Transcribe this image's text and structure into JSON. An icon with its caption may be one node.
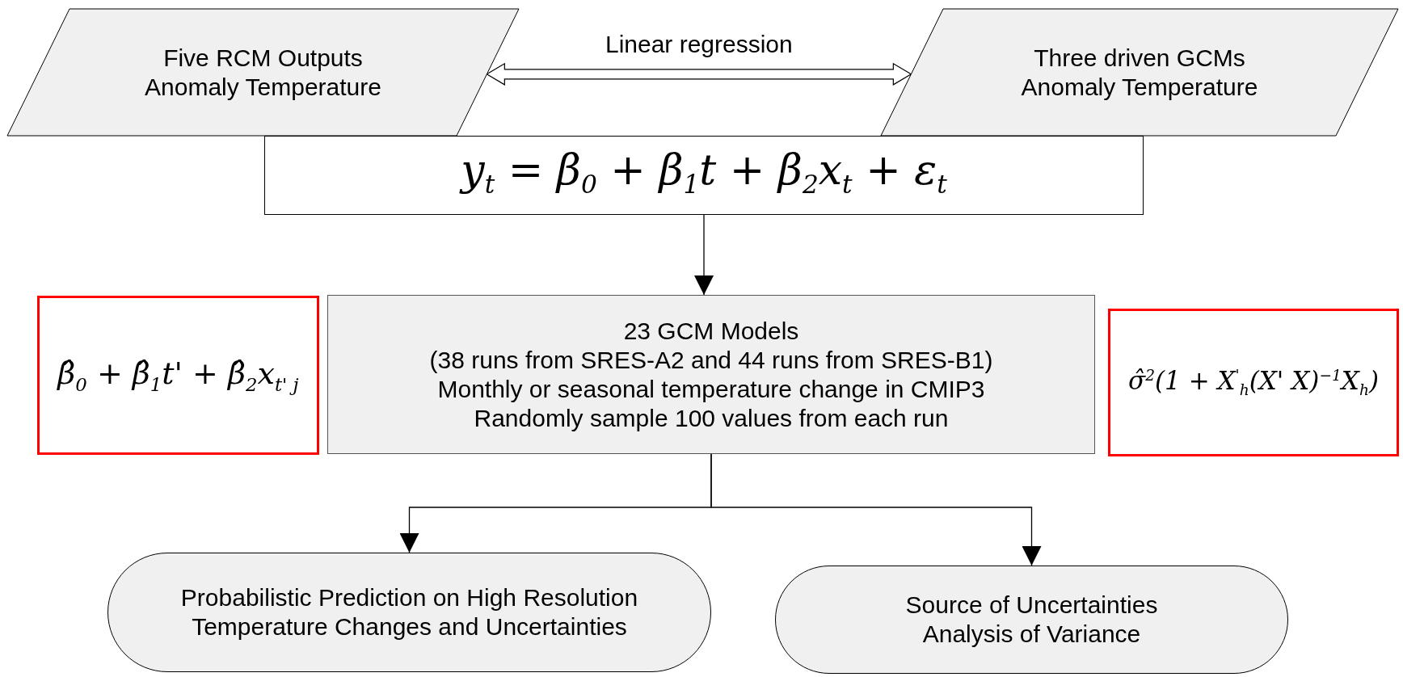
{
  "diagram": {
    "nodes": [
      {
        "text": [
          "Five RCM Outputs",
          "Anomaly Temperature"
        ]
      },
      {
        "text": [
          "Three driven GCMs",
          "Anomaly Temperature"
        ]
      },
      {
        "text": [
          "y$_{t}$ = β$_{0}$ + β$_{1}$t + β$_{2}$x$_{t}$ + ε$_{t}$"
        ]
      },
      {
        "text": [
          "β̂$_{0}$ + β̂$_{1}$t' + β̂$_{2}$x$_{t' j}$"
        ]
      },
      {
        "text": [
          "23 GCM Models",
          "(38 runs from SRES-A2 and 44 runs from SRES-B1)",
          "Monthly or seasonal temperature change in CMIP3",
          "Randomly sample 100 values from each run"
        ]
      },
      {
        "text": [
          "σ̂$^{2}$(1 + X$^{'}$$_{h}$(X' X)$^{−1}$X$_{h}$)"
        ]
      },
      {
        "text": [
          "Probabilistic Prediction on High Resolution Temperature Changes and Uncertainties"
        ]
      },
      {
        "text": [
          "Source of Uncertainties",
          "Analysis of Variance"
        ]
      }
    ],
    "edges": [
      {
        "from": 0,
        "to": 1,
        "arrow": "both",
        "label": "Linear regression",
        "style": "thick"
      },
      {
        "from": 2,
        "to": 4,
        "arrow": "to"
      },
      {
        "from": 4,
        "to": 6,
        "arrow": "to"
      },
      {
        "from": 4,
        "to": 7,
        "arrow": "to"
      }
    ]
  }
}
